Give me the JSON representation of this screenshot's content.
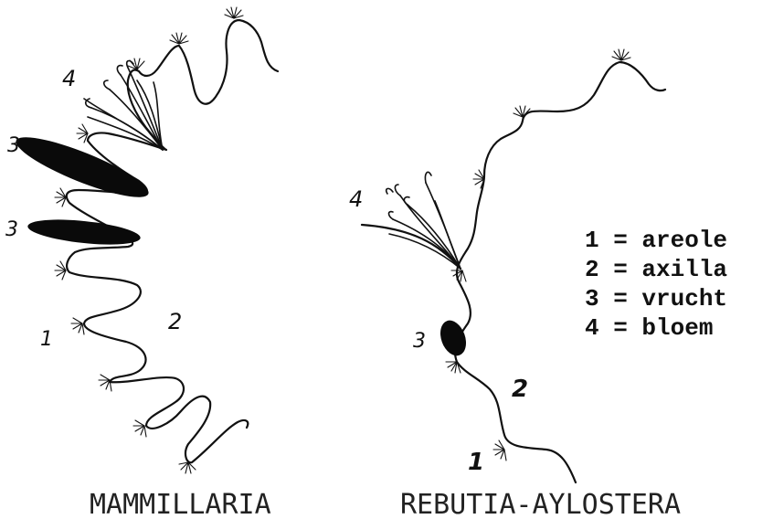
{
  "left_plant": {
    "caption": "MAMMILLARIA",
    "labels": [
      "4",
      "3",
      "3",
      "1",
      "2"
    ]
  },
  "right_plant": {
    "caption": "REBUTIA-AYLOSTERA",
    "labels": [
      "4",
      "3",
      "2",
      "1"
    ]
  },
  "legend": [
    "1 = areole",
    "2 = axilla",
    "3 = vrucht",
    "4 = bloem"
  ]
}
